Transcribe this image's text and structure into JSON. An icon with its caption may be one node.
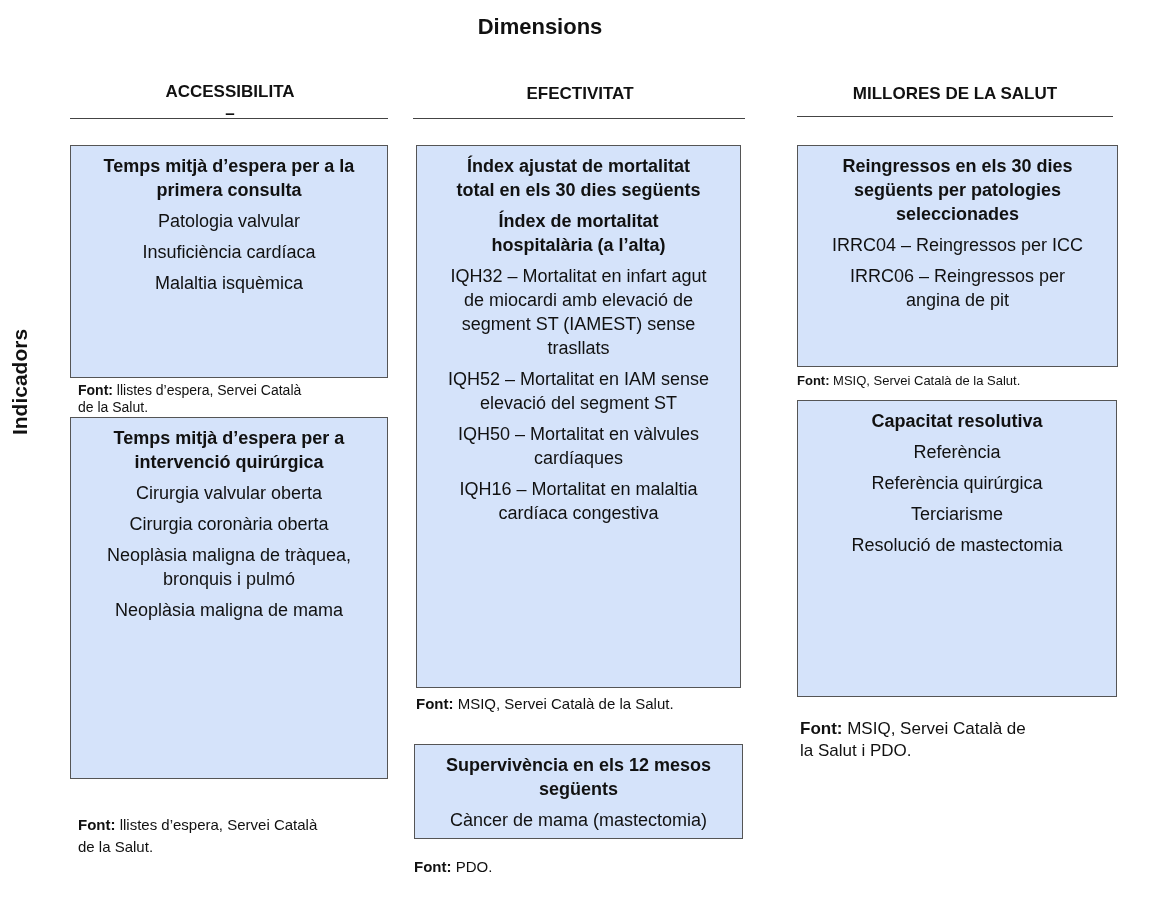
{
  "diagram": {
    "title": "Dimensions",
    "nodes": [
      {
        "text": [
          "Temps mitjà d’espera per a la primera consulta",
          "Patologia valvular",
          "Insuficiència cardíaca",
          "Malaltia isquèmica"
        ]
      },
      {
        "text": [
          "Temps mitjà d’espera per a intervenció quirúrgica",
          "Cirurgia valvular oberta",
          "Cirurgia coronària oberta",
          "Neoplàsia maligna de tràquea, bronquis i pulmó",
          "Neoplàsia maligna de mama"
        ],
        "beside": [
          "**Font:** llistes d’espera, Servei Català de la Salut."
        ]
      },
      {
        "text": [
          "Índex ajustat de mortalitat total en els 30 dies següents",
          "Índex de mortalitat hospitalària (a l’alta)",
          "IQH32 – Mortalitat en infart agut de miocardi amb elevació de segment ST (IAMEST) sense trasllats",
          "IQH52 – Mortalitat en IAM sense elevació del segment ST",
          "IQH50 – Mortalitat en vàlvules cardíaques",
          "IQH16 – Mortalitat en malaltia cardíaca congestiva"
        ],
        "beside": [
          "**Font:** MSIQ, Servei Català de la Salut."
        ]
      },
      {
        "text": [
          "Supervivència en els 12 mesos següents",
          "Càncer de mama (mastectomia)"
        ],
        "beside": [
          "**Font:** PDO."
        ]
      },
      {
        "text": [
          "Reingressos en els 30 dies següents per patologies seleccionades",
          "IRRC04 – Reingressos per ICC",
          "IRRC06 – Reingressos per angina de pit"
        ],
        "beside": [
          "**Font:** MSIQ, Servei Català de la Salut."
        ]
      },
      {
        "text": [
          "Capacitat resolutiva",
          "Referència",
          "Referència quirúrgica",
          "Terciarisme",
          "Resolució de mastectomia"
        ],
        "beside": [
          "**Font:** MSIQ, Servei Català de la Salut i PDO."
        ]
      }
    ],
    "labels": [
      "ACCESSIBILITA",
      "–",
      "EFECTIVITAT",
      "MILLORES DE LA SALUT",
      "Indicadors",
      "**Font:** llistes d’espera, Servei Català de la Salut."
    ]
  }
}
